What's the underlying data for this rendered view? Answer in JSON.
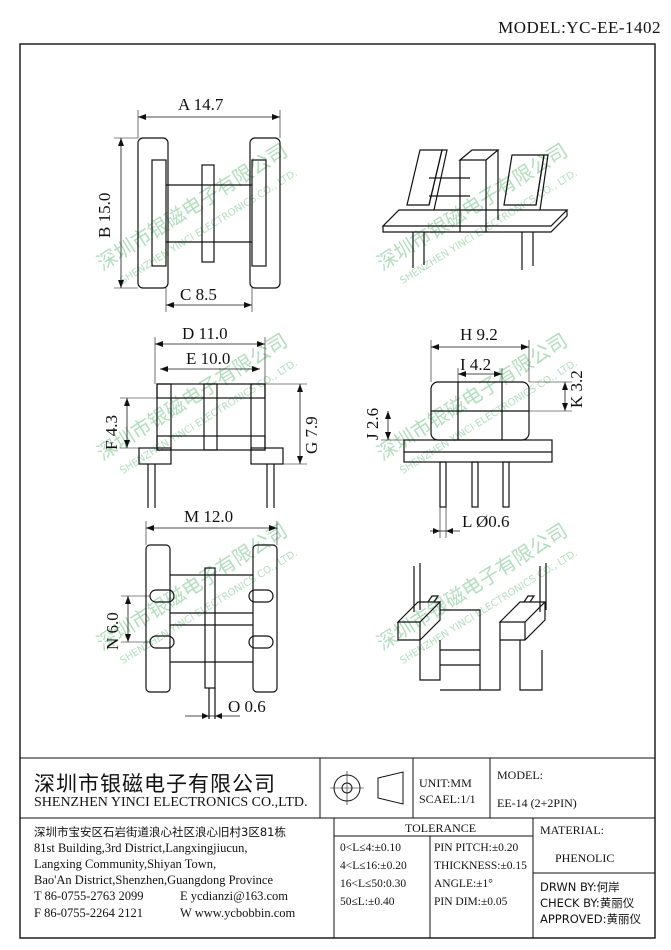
{
  "model_tag": "MODEL:YC-EE-1402",
  "watermark": {
    "zh": "深圳市银磁电子有限公司",
    "en": "SHENZHEN YINCI ELECTRONICS CO., LTD."
  },
  "dimensions": {
    "A": "A 14.7",
    "B": "B 15.0",
    "C": "C 8.5",
    "D": "D 11.0",
    "E": "E 10.0",
    "F": "F 4.3",
    "G": "G 7.9",
    "H": "H 9.2",
    "I": "I 4.2",
    "J": "J 2.6",
    "K": "K 3.2",
    "L": "L Ø0.6",
    "M": "M 12.0",
    "N": "N 6.0",
    "O": "O 0.6"
  },
  "title_block": {
    "company_zh": "深圳市银磁电子有限公司",
    "company_en": "SHENZHEN YINCI ELECTRONICS CO.,LTD.",
    "unit": "UNIT:MM",
    "scale": "SCAEL:1/1",
    "model_label": "MODEL:",
    "model_value": "EE-14 (2+2PIN)",
    "address_lines": [
      "深圳市宝安区石岩街道浪心社区浪心旧村3区81栋",
      "81st Building,3rd District,Langxingjiucun,",
      "Langxing Community,Shiyan Town,",
      "Bao'An District,Shenzhen,Guangdong Province"
    ],
    "tel": "T 86-0755-2763 2099",
    "email": "E ycdianzi@163.com",
    "fax": "F 86-0755-2264 2121",
    "web": "W www.ycbobbin.com",
    "tolerance_label": "TOLERANCE",
    "tolerances": [
      "0<L≤4:±0.10",
      "4<L≤16:±0.20",
      "16<L≤50:0.30",
      "50≤L:±0.40"
    ],
    "pin_specs": [
      "PIN PITCH:±0.20",
      "THICKNESS:±0.15",
      "ANGLE:±1°",
      "PIN DIM:±0.05"
    ],
    "material_label": "MATERIAL:",
    "material_value": "PHENOLIC",
    "drawn_by": "DRWN BY:何岸",
    "check_by": "CHECK BY:黄丽仪",
    "approved": "APPROVED:黄丽仪"
  }
}
